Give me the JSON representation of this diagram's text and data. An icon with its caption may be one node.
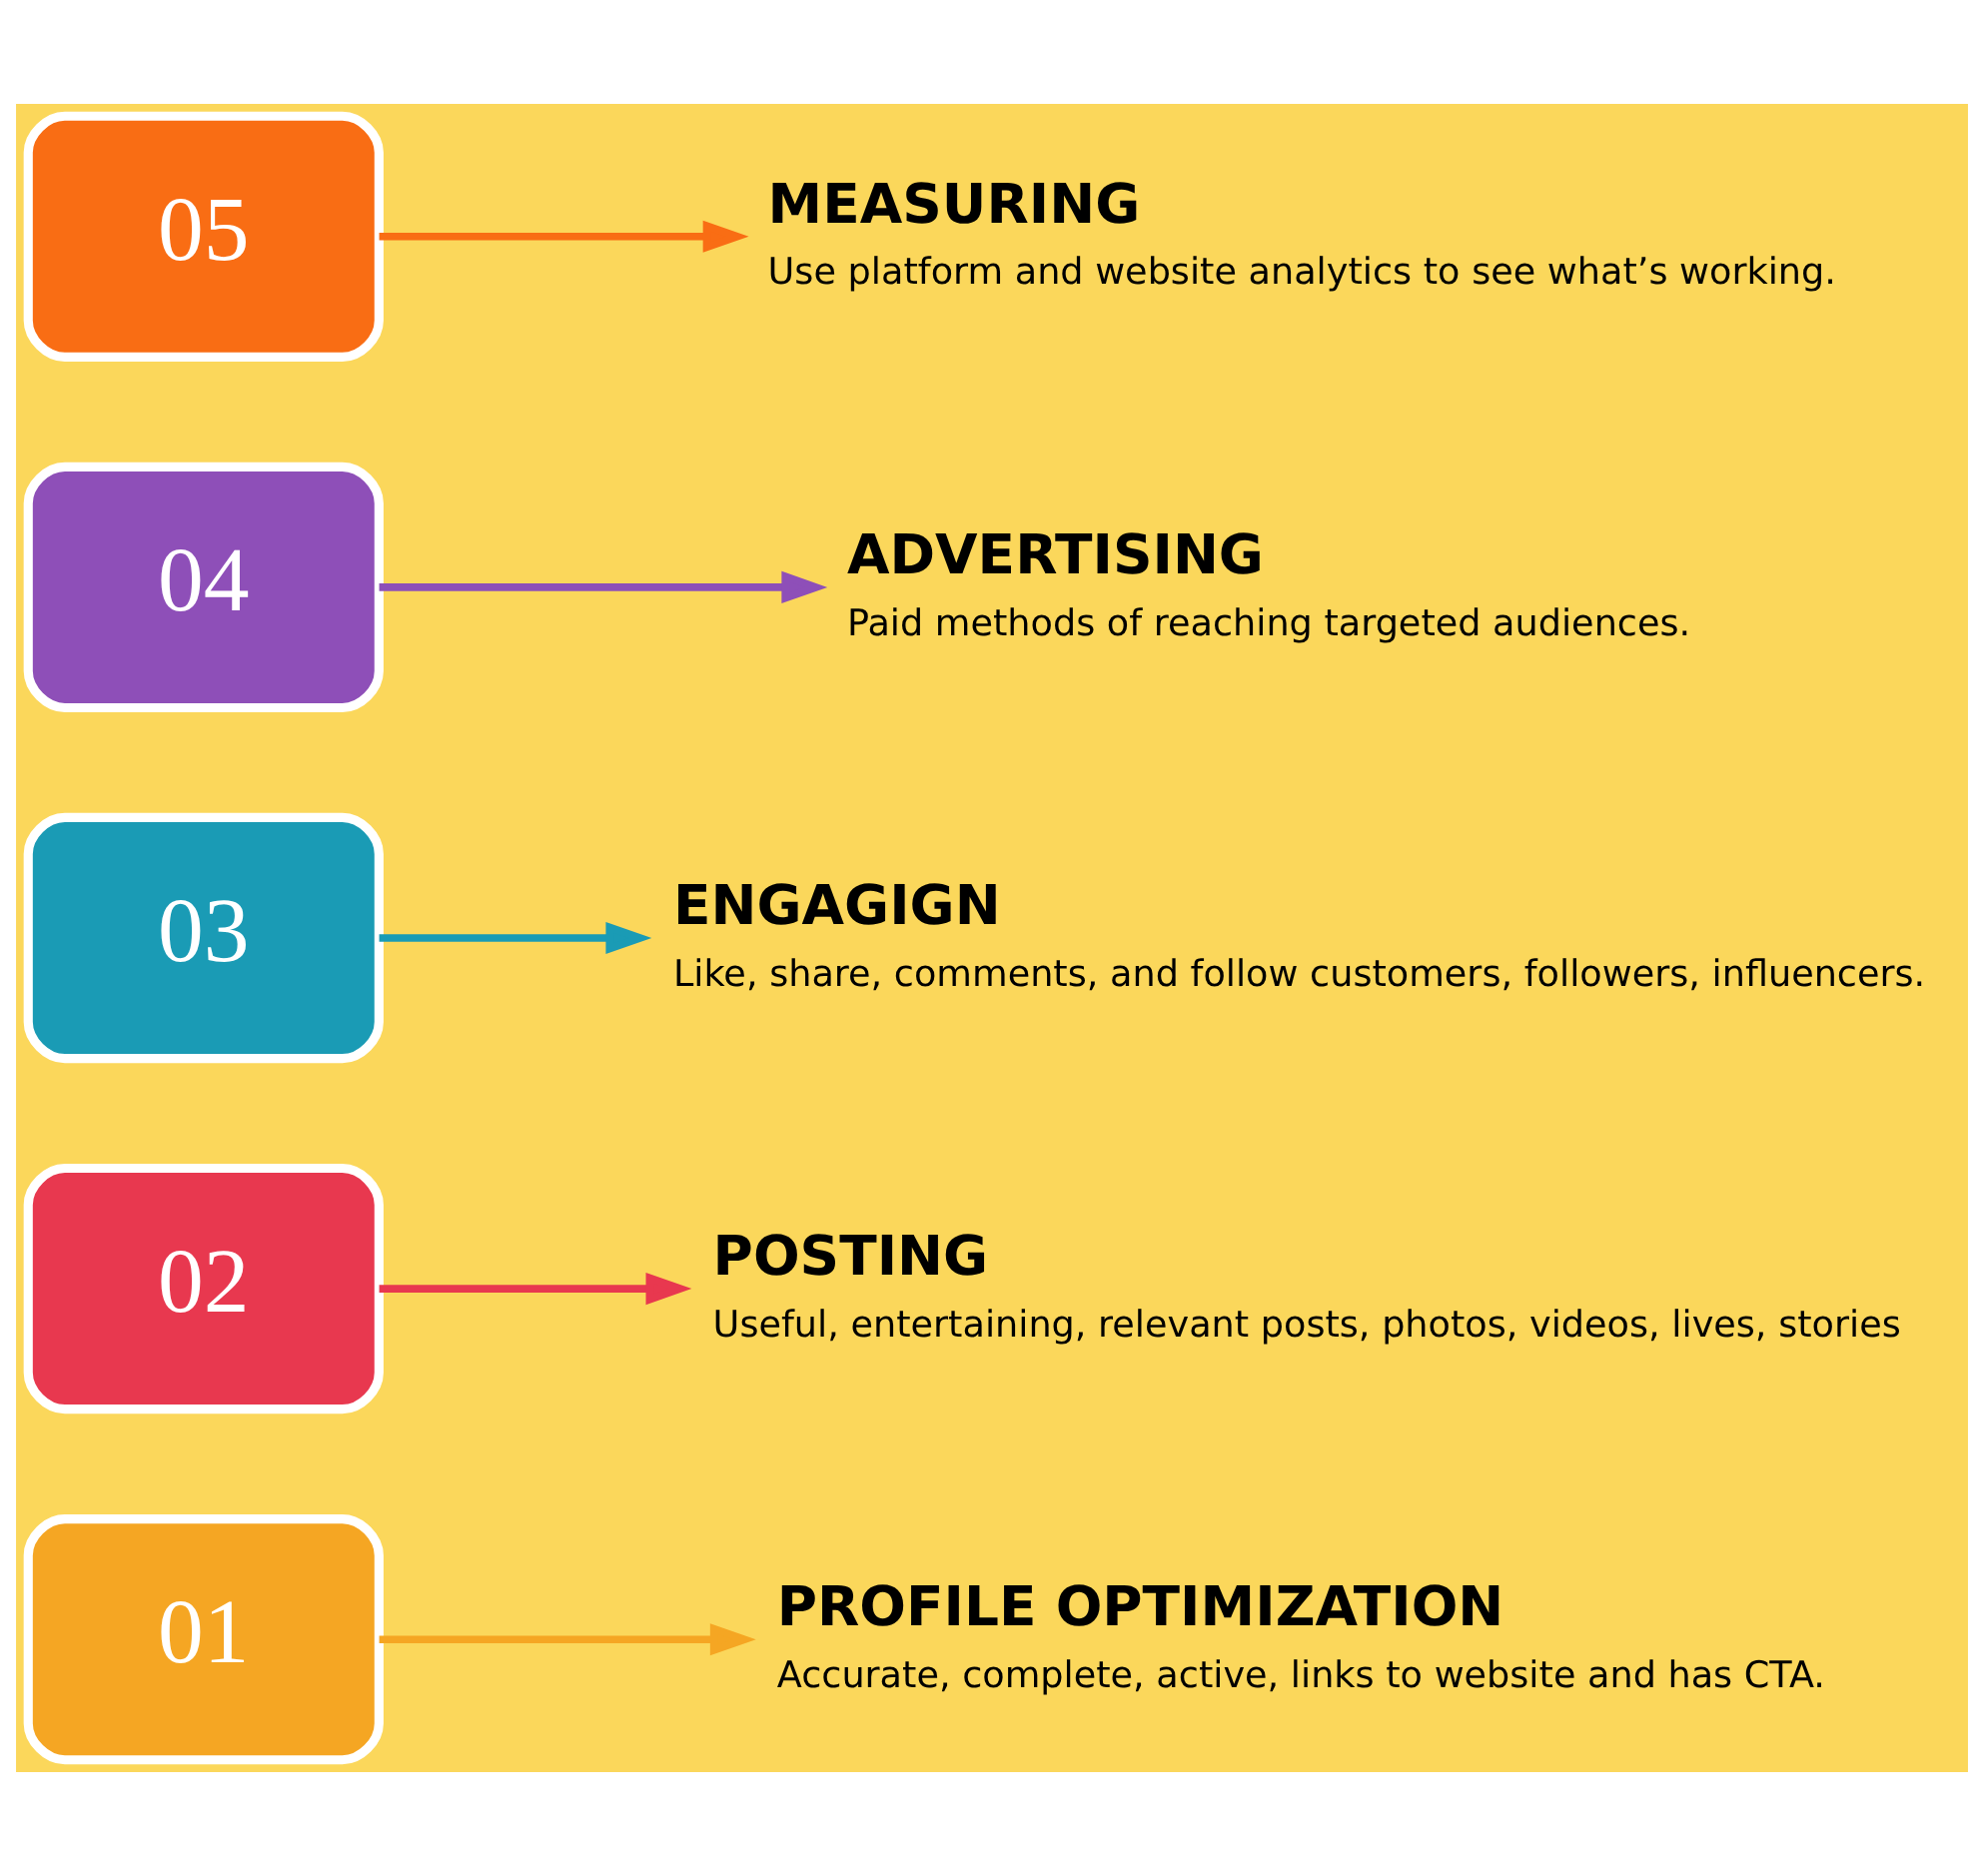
{
  "diagram": {
    "nodes": [
      {
        "text": [
          "01"
        ]
      },
      {
        "text": [
          "PROFILE OPTIMIZATION",
          "Accurate, complete, active, links to website and has CTA."
        ]
      },
      {
        "text": [
          "POSTING",
          "Useful, entertaining, relevant posts, photos, videos, lives, stories"
        ]
      },
      {
        "text": [
          "02"
        ]
      },
      {
        "text": [
          "03"
        ]
      },
      {
        "text": [
          "ENGAGIGN",
          "Like, share, comments, and follow customers, followers, influencers."
        ]
      },
      {
        "text": [
          "ADVERTISING",
          "Paid methods of reaching targeted audiences."
        ]
      },
      {
        "text": [
          "04"
        ]
      },
      {
        "text": [
          "05"
        ]
      },
      {
        "text": [
          "MEASURING",
          "Use platform and website analytics to see what’s working."
        ]
      }
    ],
    "edges": [
      {
        "from": 0,
        "to": 1,
        "arrow": "to",
        "color": "#f5a623"
      },
      {
        "from": 3,
        "to": 2,
        "arrow": "to",
        "color": "#e8384f"
      },
      {
        "from": 4,
        "to": 5,
        "arrow": "to",
        "color": "#1a9bb5"
      },
      {
        "from": 7,
        "to": 6,
        "arrow": "to",
        "color": "#8e4fb8"
      },
      {
        "from": 8,
        "to": 9,
        "arrow": "to",
        "color": "#f96d14"
      }
    ]
  }
}
